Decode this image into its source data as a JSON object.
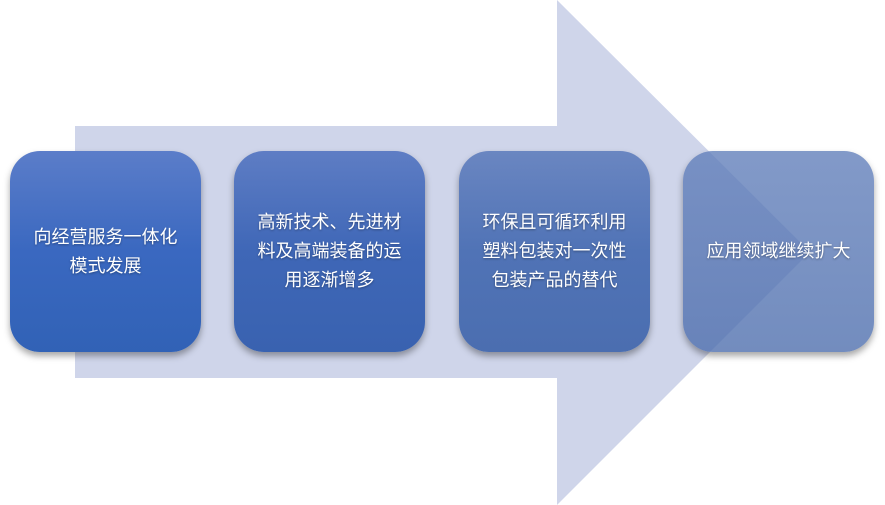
{
  "diagram": {
    "type": "process-arrow",
    "arrow_color": "#cfd5ea",
    "steps": [
      {
        "label": "向经营服务一体化模式发展",
        "lines": [
          "向经营服务一体化",
          "模式发展"
        ],
        "color": "#3a68c0"
      },
      {
        "label": "高新技术、先进材料及高端装备的运用逐渐增多",
        "lines": [
          "高新技术、先进材",
          "料及高端装备的运",
          "用逐渐增多"
        ],
        "color": "#3f67b7"
      },
      {
        "label": "环保且可循环利用塑料包装对一次性包装产品的替代",
        "lines": [
          "环保且可循环利用",
          "塑料包装对一次性",
          "包装产品的替代"
        ],
        "color": "#5073b6"
      },
      {
        "label": "应用领域继续扩大",
        "lines": [
          "应用领域继续扩大"
        ],
        "color": "#6c88bd"
      }
    ]
  }
}
